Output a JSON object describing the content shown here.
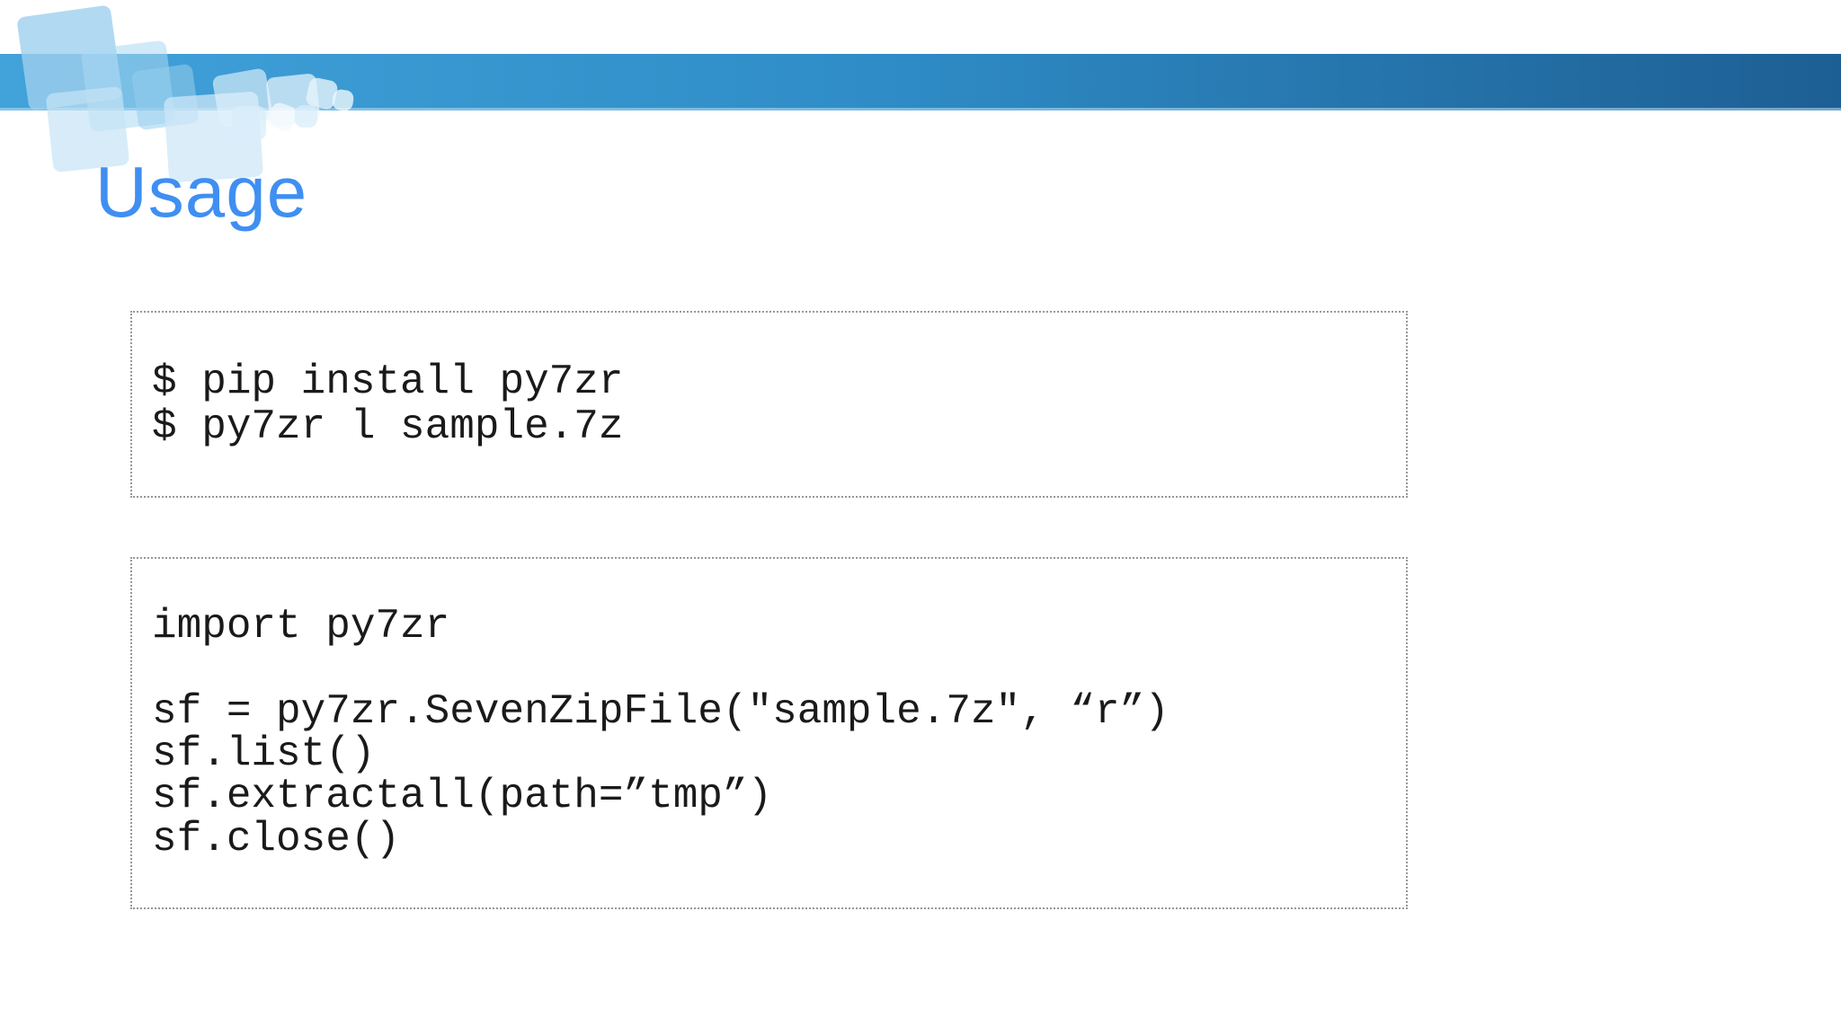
{
  "title": "Usage",
  "colors": {
    "bar-left": "#42a2da",
    "bar-mid": "#2f8cc6",
    "bar-right": "#1d5f94",
    "title-blue": "#3f8ff2",
    "code-text": "#1a1a1a",
    "box-border": "#979797"
  },
  "code_boxes": [
    {
      "name": "shell-commands",
      "lines": [
        "$ pip install py7zr",
        "$ py7zr l sample.7z"
      ]
    },
    {
      "name": "python-example",
      "lines": [
        "import py7zr",
        "",
        "sf = py7zr.SevenZipFile(\"sample.7z\", “r”)",
        "sf.list()",
        "sf.extractall(path=”tmp”)",
        "sf.close()"
      ]
    }
  ]
}
